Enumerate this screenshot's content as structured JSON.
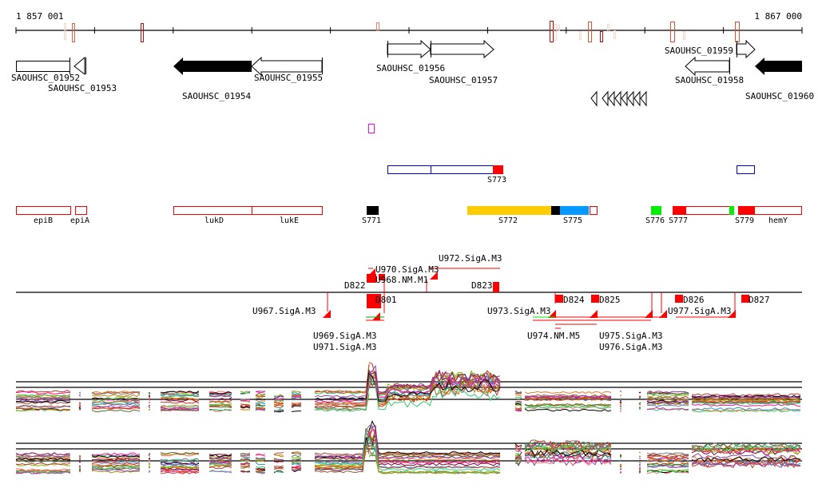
{
  "coords": {
    "start": "1 857 001",
    "end": "1 867 000"
  },
  "genes": [
    {
      "id": "g1952",
      "label": "SAOUHSC_01952"
    },
    {
      "id": "g1953",
      "label": "SAOUHSC_01953"
    },
    {
      "id": "g1954",
      "label": "SAOUHSC_01954"
    },
    {
      "id": "g1955",
      "label": "SAOUHSC_01955"
    },
    {
      "id": "g1956",
      "label": "SAOUHSC_01956"
    },
    {
      "id": "g1957",
      "label": "SAOUHSC_01957"
    },
    {
      "id": "g1958",
      "label": "SAOUHSC_01958"
    },
    {
      "id": "g1959",
      "label": "SAOUHSC_01959"
    },
    {
      "id": "g1960",
      "label": "SAOUHSC_01960"
    }
  ],
  "features": {
    "s773": "S773",
    "epiB": "epiB",
    "epiA": "epiA",
    "lukD": "lukD",
    "lukE": "lukE",
    "s771": "S771",
    "s772": "S772",
    "s775": "S775",
    "s776": "S776",
    "s777": "S777",
    "s779": "S779",
    "hemY": "hemY"
  },
  "tss": {
    "d822": "D822",
    "d823": "D823",
    "d801": "D801",
    "d824": "D824",
    "d825": "D825",
    "d826": "D826",
    "d827": "D827",
    "u967": "U967.SigA.M3",
    "u969": "U969.SigA.M3",
    "u971": "U971.SigA.M3",
    "u968": "U968.NM.M1",
    "u970": "U970.SigA.M3",
    "u972": "U972.SigA.M3",
    "u973": "U973.SigA.M3",
    "u974": "U974.NM.M5",
    "u975": "U975.SigA.M3",
    "u976": "U976.SigA.M3",
    "u977": "U977.SigA.M3"
  },
  "colors": {
    "sRNA_yellow": "#ffcc00",
    "sRNA_blue": "#0099ff",
    "green": "#00ee00",
    "red": "#ff0000",
    "annot_blue": "#0000dd",
    "magenta": "#ff00ff"
  }
}
